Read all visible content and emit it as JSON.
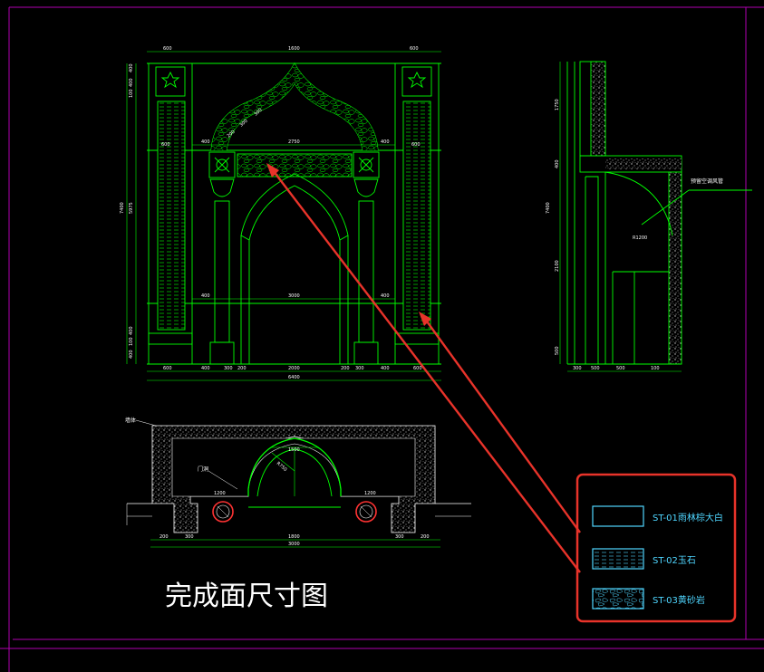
{
  "drawing": {
    "title": "完成面尺寸图",
    "colors": {
      "background": "#000000",
      "frame": "#b000b0",
      "linework": "#00ff00",
      "dimension": "#ffffff",
      "fill_hatch": "#c8c8c8",
      "annotation_arrow": "#e8332a",
      "legend_text": "#4fd6ff"
    },
    "elevation": {
      "top_width": "1600",
      "top_left_width": "600",
      "top_right_width": "600",
      "mid_left": "400",
      "mid_center": "2750",
      "mid_right": "400",
      "mid_left_small": "600",
      "mid_right_small": "600",
      "low_center": "3000",
      "low_a": "400",
      "low_b": "400",
      "base_dims": [
        "600",
        "400",
        "300",
        "200",
        "2000",
        "200",
        "300",
        "400",
        "600"
      ],
      "overall_width": "6400",
      "left_heights": [
        "400",
        "400",
        "100",
        "5975",
        "400",
        "100",
        "400"
      ],
      "overall_height": "7400",
      "arch_dims": [
        "300",
        "300",
        "200"
      ]
    },
    "section": {
      "heights": [
        "1750",
        "400",
        "2100",
        "500"
      ],
      "overall_height": "7400",
      "base_dims": [
        "300",
        "500",
        "500",
        "100"
      ],
      "note_label": "预留空调风管",
      "radius_label": "R1200"
    },
    "plan": {
      "left_label": "墙体",
      "door_label": "门洞",
      "top_dim": "1500",
      "radius": "R750",
      "side_dims": [
        "1200",
        "1200"
      ],
      "base_dims": [
        "200",
        "300",
        "1800",
        "300",
        "200"
      ],
      "span_dim": "3000"
    },
    "legend": {
      "items": [
        {
          "code": "ST-01雨林棕大白",
          "pattern": "plain"
        },
        {
          "code": "ST-02玉石",
          "pattern": "dashes"
        },
        {
          "code": "ST-03黄砂岩",
          "pattern": "stone"
        }
      ]
    }
  }
}
